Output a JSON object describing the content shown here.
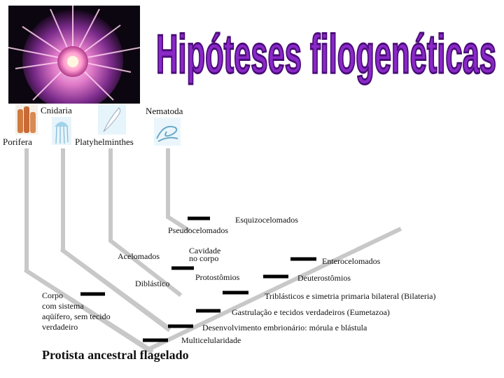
{
  "title": "Hipóteses filogenéticas",
  "taxa": {
    "cnidaria": "Cnidaria",
    "nematoda": "Nematoda",
    "porifera": "Porifera",
    "platyhelminthes": "Platyhelminthes"
  },
  "nodes": {
    "esquizocelomados": "Esquizocelomados",
    "pseudocelomados": "Pseudocelomados",
    "acelomados": "Acelomados",
    "cavidade_l1": "Cavidade",
    "cavidade_l2": "no corpo",
    "enterocelomados": "Enterocelomados",
    "protostomios": "Protostômios",
    "deuterostomios": "Deuterostômios",
    "diblastico": "Diblástico",
    "corpo_l1": "Corpo",
    "corpo_l2": "com sistema",
    "corpo_l3": "aqüífero, sem tecido",
    "corpo_l4": "verdadeiro",
    "triblasticos": "Triblásticos e simetria primaria bilateral (Bilateria)",
    "gastrulacao": "Gastrulação e tecidos verdadeiros (Eumetazoa)",
    "desenvolvimento": "Desenvolvimento embrionário: mórula e blástula",
    "multicelularidade": "Multicelularidade",
    "ancestral": "Protista ancestral flagelado"
  },
  "colors": {
    "title_fill": "#8a28c8",
    "title_outline": "#4a0d78",
    "branch": "#c8c8c8",
    "marker": "#000000"
  }
}
